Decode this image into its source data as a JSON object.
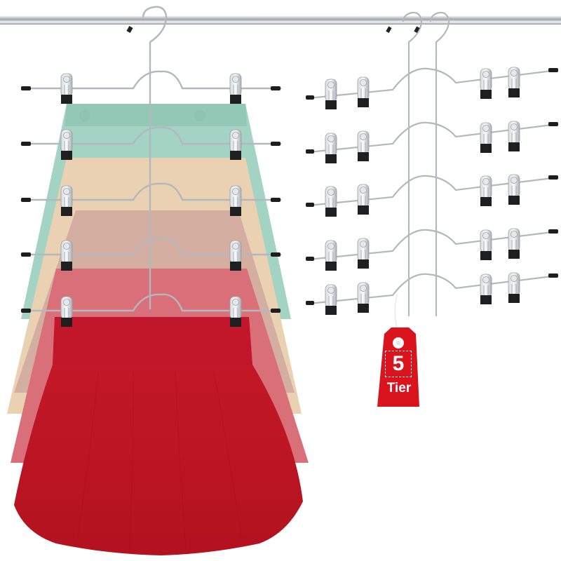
{
  "scene": {
    "description": "Product photo: 5-tier metal skirt hangers with clips on a chrome rail",
    "background": "#ffffff",
    "rail_color": "#c9cdd2",
    "metal_color": "#b8bcc2",
    "clip_tip_color": "#1e1e1e"
  },
  "left_hanger": {
    "tiers": 5,
    "skirts": [
      {
        "name": "mint-skirt",
        "color": "#9fd0c0"
      },
      {
        "name": "beige-skirt",
        "color": "#e8cfae"
      },
      {
        "name": "dusty-pink-skirt",
        "color": "#d3aba0"
      },
      {
        "name": "rose-skirt",
        "color": "#d9707a"
      },
      {
        "name": "red-skirt",
        "color": "#cc1b2b"
      }
    ]
  },
  "right_hanger": {
    "tiers": 5,
    "count": 2
  },
  "tag": {
    "number": "5",
    "word": "Tier",
    "color": "#d9141d"
  }
}
